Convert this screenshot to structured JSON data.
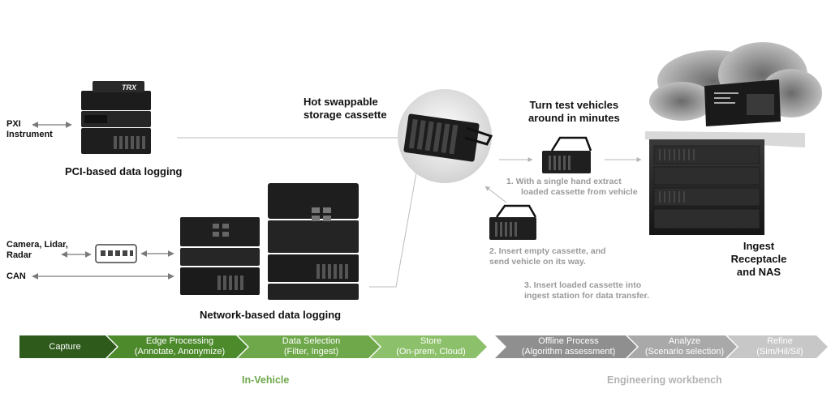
{
  "diagram": {
    "pxi_label_1": "PXI",
    "pxi_label_2": "Instrument",
    "sensors_label_1": "Camera, Lidar,",
    "sensors_label_2": "Radar",
    "can_label": "CAN",
    "pci_caption": "PCI-based data logging",
    "network_caption": "Network-based data logging",
    "hot_swap_1": "Hot swappable",
    "hot_swap_2": "storage cassette",
    "turn_1": "Turn test vehicles",
    "turn_2": "around in minutes",
    "step1_1": "1.  With a single hand extract",
    "step1_2": "loaded cassette from vehicle",
    "step2_1": "2. Insert empty cassette, and",
    "step2_2": "send vehicle on its way.",
    "step3_1": "3. Insert loaded cassette into",
    "step3_2": "ingest station for data transfer.",
    "ingest_1": "Ingest Receptacle",
    "ingest_2": "and NAS",
    "brand_logo": "TRX"
  },
  "pipeline": {
    "stages": [
      {
        "title": "Capture",
        "subtitle": "",
        "color": "#2e5a1c"
      },
      {
        "title": "Edge Processing",
        "subtitle": "(Annotate, Anonymize)",
        "color": "#4c8a2c"
      },
      {
        "title": "Data Selection",
        "subtitle": "(Filter, Ingest)",
        "color": "#6ea84a"
      },
      {
        "title": "Store",
        "subtitle": "(On-prem, Cloud)",
        "color": "#8cc06a"
      },
      {
        "title": "Offline Process",
        "subtitle": "(Algorithm assessment)",
        "color": "#8f8f8f"
      },
      {
        "title": "Analyze",
        "subtitle": "(Scenario selection)",
        "color": "#a9a9a9"
      },
      {
        "title": "Refine",
        "subtitle": "(Sim/Hil/Sil)",
        "color": "#c7c7c7"
      }
    ],
    "in_vehicle": "In-Vehicle",
    "engineering": "Engineering workbench",
    "in_vehicle_color": "#6ea84a",
    "engineering_color": "#b3b3b3"
  }
}
